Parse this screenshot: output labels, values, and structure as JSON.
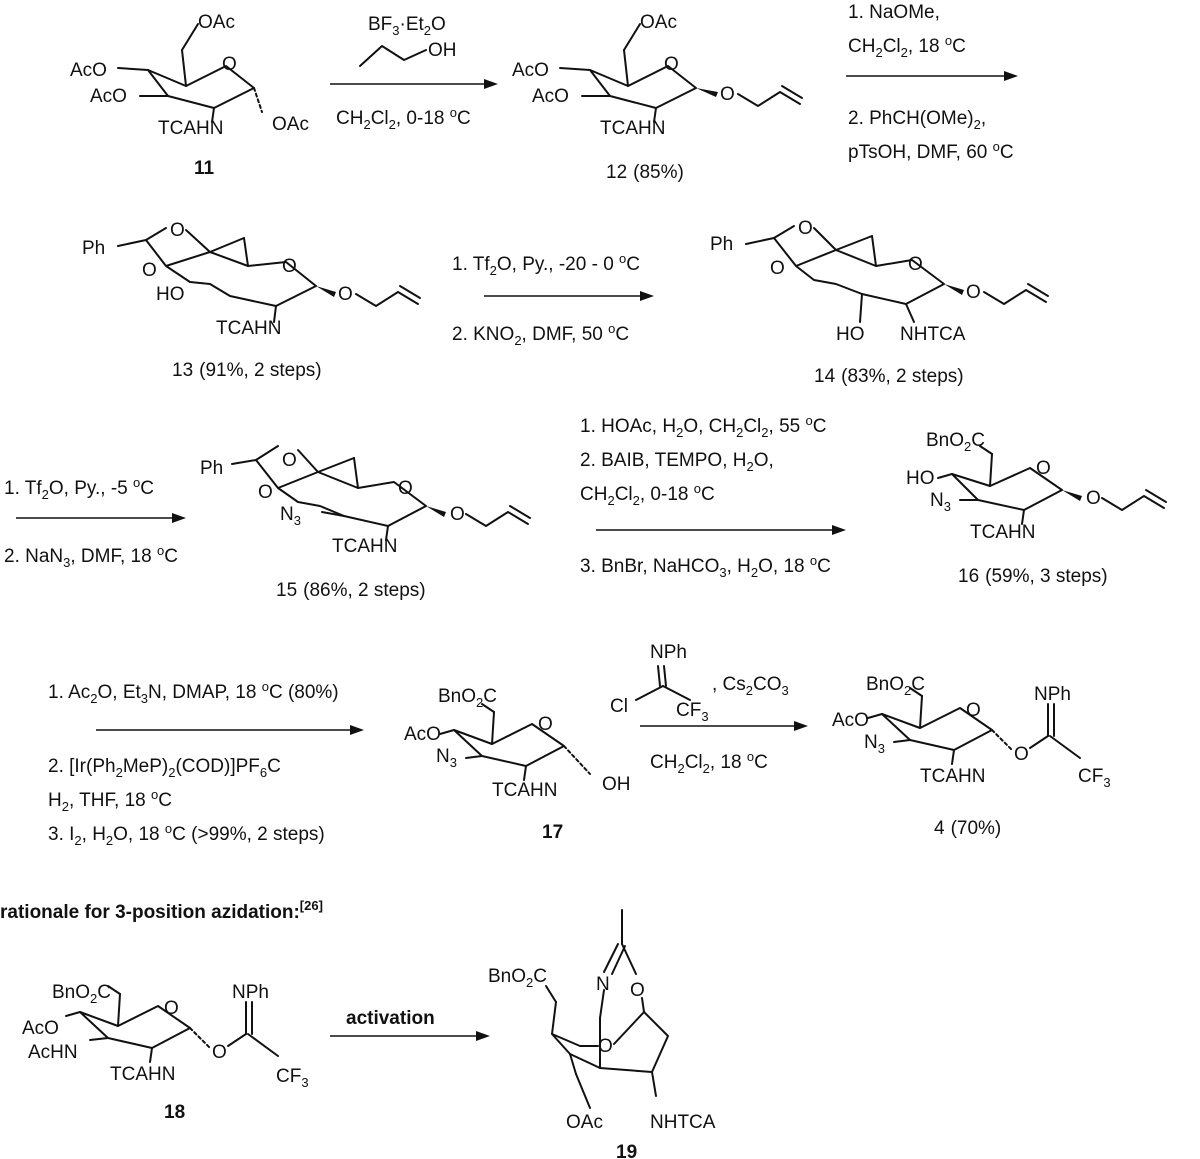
{
  "compounds": {
    "c11": {
      "label": "11",
      "ac6": "OAc",
      "ac4": "AcO",
      "ac3": "AcO",
      "nh": "TCAHN",
      "ac1": "OAc",
      "o5": "O"
    },
    "c12": {
      "label": "12",
      "yield": "(85%)",
      "ac6": "OAc",
      "ac4": "AcO",
      "ac3": "AcO",
      "nh": "TCAHN",
      "o5": "O",
      "o1": "O"
    },
    "c13": {
      "label": "13",
      "yield": "(91%, 2 steps)",
      "ph": "Ph",
      "oa": "O",
      "ob": "O",
      "o5": "O",
      "ho": "HO",
      "nh": "TCAHN",
      "o1": "O"
    },
    "c14": {
      "label": "14",
      "yield": "(83%, 2 steps)",
      "ph": "Ph",
      "oa": "O",
      "ob": "O",
      "o5": "O",
      "ho": "HO",
      "nh": "NHTCA",
      "o1": "O"
    },
    "c15": {
      "label": "15",
      "yield": "(86%, 2 steps)",
      "ph": "Ph",
      "oa": "O",
      "ob": "O",
      "o5": "O",
      "n3": "N",
      "nh": "TCAHN",
      "o1": "O"
    },
    "c16": {
      "label": "16",
      "yield": "(59%, 3 steps)",
      "bn": "BnO",
      "ho": "HO",
      "n3": "N",
      "o5": "O",
      "nh": "TCAHN",
      "o1": "O"
    },
    "c17": {
      "label": "17",
      "bn": "BnO",
      "aco": "AcO",
      "n3": "N",
      "o5": "O",
      "nh": "TCAHN",
      "oh": "OH"
    },
    "c4": {
      "label": "4",
      "yield": "(70%)",
      "bn": "BnO",
      "aco": "AcO",
      "n3": "N",
      "o5": "O",
      "nh": "TCAHN",
      "o1": "O",
      "nph": "NPh",
      "cf3": "CF"
    },
    "c18": {
      "label": "18",
      "bn": "BnO",
      "aco": "AcO",
      "achn": "AcHN",
      "o5": "O",
      "nh": "TCAHN",
      "o1": "O",
      "nph": "NPh",
      "cf3": "CF"
    },
    "c19": {
      "label": "19",
      "bn": "BnO",
      "n": "N",
      "o": "O",
      "oring": "O",
      "oac": "OAc",
      "nhtca": "NHTCA"
    }
  },
  "reagents": {
    "r1": {
      "bf3": "BF",
      "et2o": "·Et",
      "oh": "OH",
      "solvent": "CH",
      "cond": ", 0-18 "
    },
    "r2": {
      "s1a": "1.  NaOMe,",
      "s1b": "CH",
      "s1b2": ", 18 ",
      "s2a": "2.  PhCH(OMe)",
      "s2a2": ",",
      "s2b": "pTsOH, DMF, 60 "
    },
    "r3": {
      "s1": "1.  Tf",
      "s1b": "O, Py., -20 - 0 ",
      "s2": "2.  KNO",
      "s2b": ", DMF, 50 "
    },
    "r4": {
      "s1": "1.  Tf",
      "s1b": "O, Py., -5 ",
      "s2": "2.  NaN",
      "s2b": ", DMF, 18 "
    },
    "r5": {
      "s1": "1.  HOAc, H",
      "s1b": "O, CH",
      "s1c": "Cl",
      "s1d": ", 55 ",
      "s2": "2.  BAIB, TEMPO, H",
      "s2b": "O,",
      "s2c": "CH",
      "s2d": "Cl",
      "s2e": ", 0-18 ",
      "s3": "3.  BnBr, NaHCO",
      "s3b": ", H",
      "s3c": "O, 18 "
    },
    "r6": {
      "s1": "1.  Ac",
      "s1b": "O, Et",
      "s1c": "N, DMAP, 18 ",
      "s1d": "C (80%)",
      "s2": "2.  [Ir(Ph",
      "s2b": "MeP)",
      "s2c": "(COD)]PF",
      "s2d": "H",
      "s2e": ", THF, 18 ",
      "s3": "3.  I",
      "s3b": ", H",
      "s3c": "O, 18 ",
      "s3d": "C (>99%, 2 steps)"
    },
    "r7": {
      "nph": "NPh",
      "cl": "Cl",
      "cf3": "CF",
      "cs": ", Cs",
      "co3": "CO",
      "solvent": "CH",
      "cond": ", 18 "
    },
    "r8": {
      "label": "activation"
    }
  },
  "rationale": {
    "text": "rationale for 3-position azidation:",
    "ref": "[26]"
  },
  "sym": {
    "o": "o",
    "c": "C",
    "two": "2",
    "three": "3",
    "six": "6",
    "cl2": "Cl"
  }
}
